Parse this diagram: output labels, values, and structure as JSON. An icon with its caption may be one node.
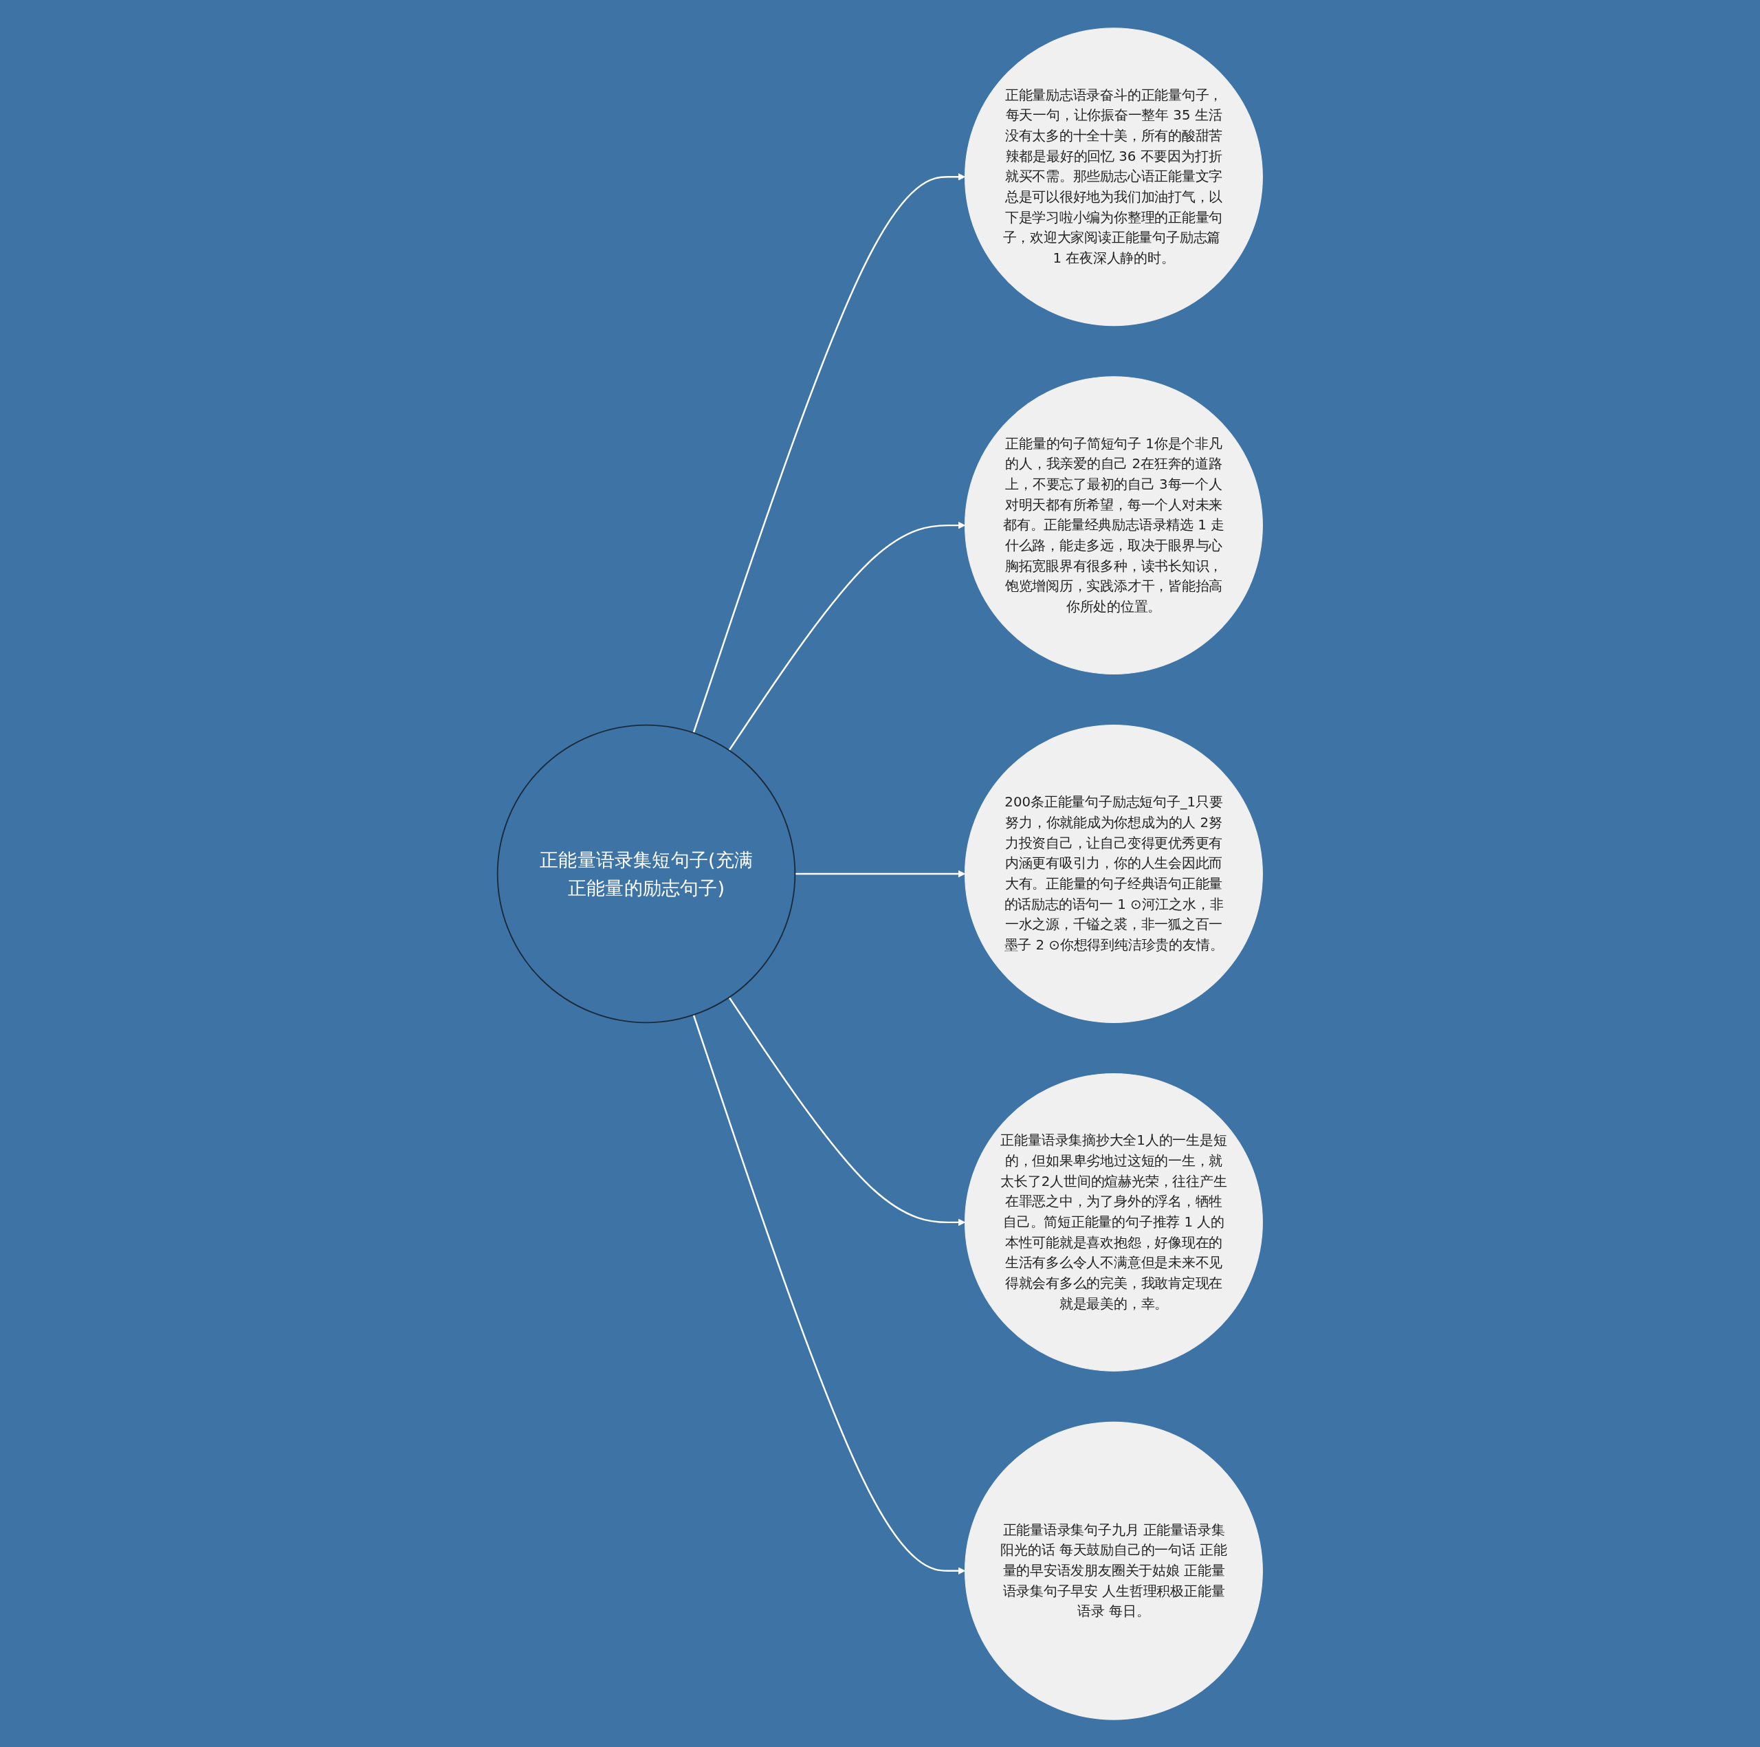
{
  "diagram": {
    "nodes": [
      {
        "text": [
          "正能量语录集短句子(充满正能量的励志句子)"
        ]
      },
      {
        "text": [
          "正能量励志语录奋斗的正能量句子，每天一句，让你振奋一整年 35 生活没有太多的十全十美，所有的酸甜苦辣都是最好的回忆 36 不要因为打折就买不需。那些励志心语正能量文字总是可以很好地为我们加油打气，以下是学习啦小编为你整理的正能量句子，欢迎大家阅读正能量句子励志篇 1 在夜深人静的时。"
        ]
      },
      {
        "text": [
          "正能量的句子简短句子 1你是个非凡的人，我亲爱的自己 2在狂奔的道路上，不要忘了最初的自己 3每一个人对明天都有所希望，每一个人对未来都有。正能量经典励志语录精选 1 走什么路，能走多远，取决于眼界与心胸拓宽眼界有很多种，读书长知识，饱览增阅历，实践添才干，皆能抬高你所处的位置。"
        ]
      },
      {
        "text": [
          "200条正能量句子励志短句子_1只要努力，你就能成为你想成为的人 2努力投资自己，让自己变得更优秀更有内涵更有吸引力，你的人生会因此而大有。正能量的句子经典语句正能量的话励志的语句一 1 ⊙河江之水，非一水之源，千镒之裘，非一狐之百一墨子 2 ⊙你想得到纯洁珍贵的友情。"
        ]
      },
      {
        "text": [
          "正能量语录集摘抄大全1人的一生是短的，但如果卑劣地过这短的一生，就太长了2人世间的煊赫光荣，往往产生在罪恶之中，为了身外的浮名，牺牲自己。简短正能量的句子推荐 1 人的本性可能就是喜欢抱怨，好像现在的生活有多么令人不满意但是未来不见得就会有多么的完美，我敢肯定现在就是最美的，幸。"
        ]
      },
      {
        "text": [
          "正能量语录集句子九月 正能量语录集阳光的话 每天鼓励自己的一句话 正能量的早安语发朋友圈关于姑娘 正能量语录集句子早安 人生哲理积极正能量语录 每日。"
        ]
      }
    ],
    "edges": [
      {
        "from": 0,
        "to": 1,
        "arrow": "to"
      },
      {
        "from": 0,
        "to": 2,
        "arrow": "to"
      },
      {
        "from": 0,
        "to": 3,
        "arrow": "to"
      },
      {
        "from": 0,
        "to": 4,
        "arrow": "to"
      },
      {
        "from": 0,
        "to": 5,
        "arrow": "to"
      }
    ]
  }
}
